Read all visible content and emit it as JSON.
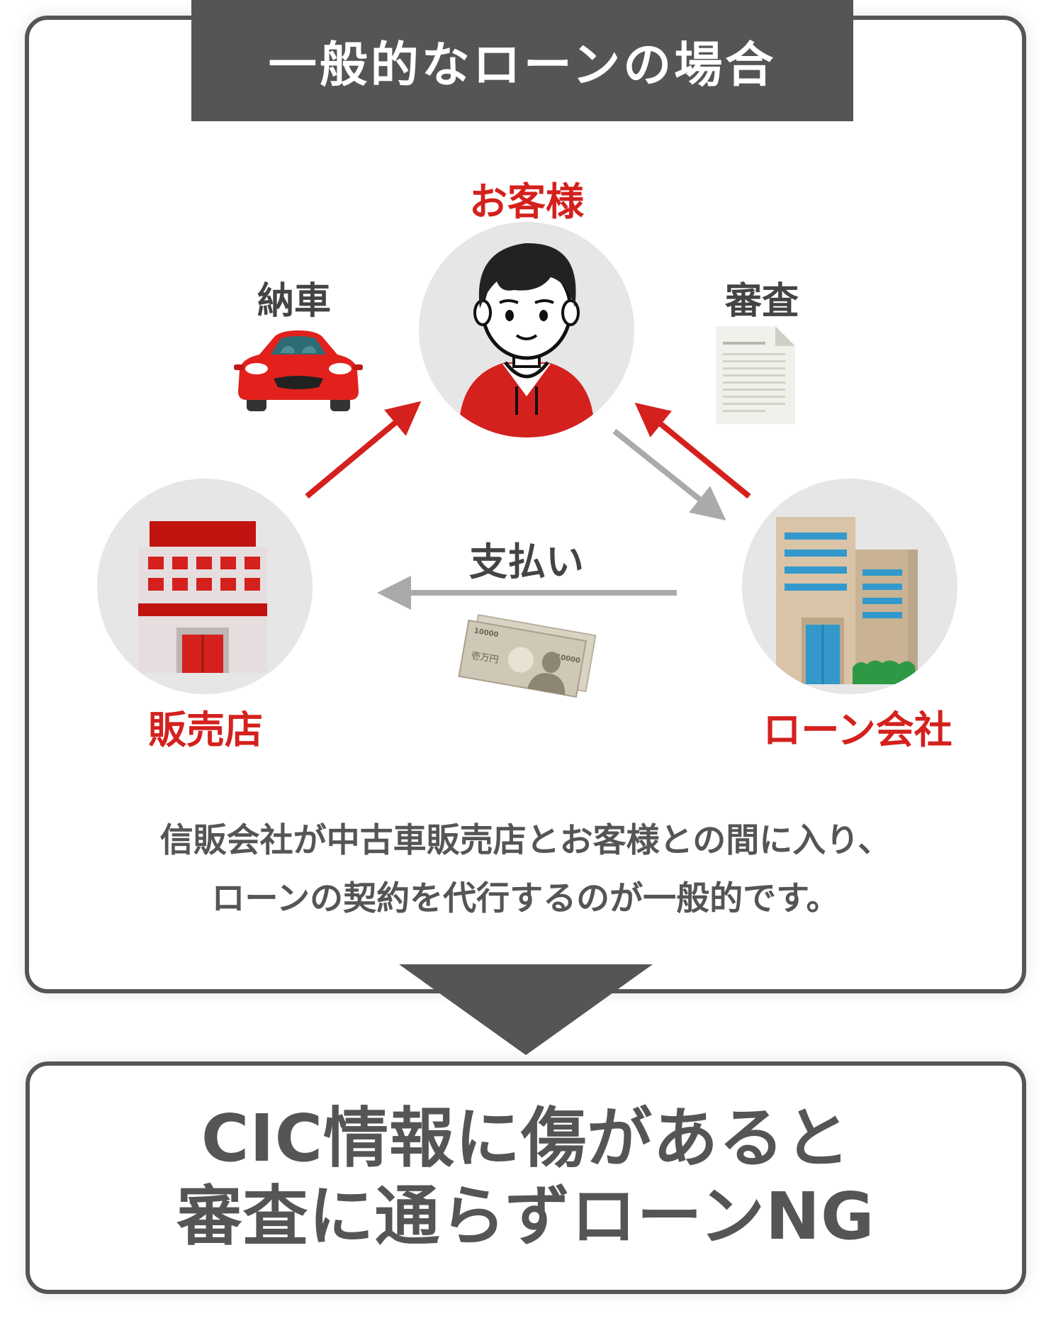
{
  "header": {
    "title": "一般的なローンの場合"
  },
  "nodes": {
    "customer": {
      "label": "お客様"
    },
    "dealer": {
      "label": "販売店"
    },
    "loan_company": {
      "label": "ローン会社"
    }
  },
  "flows": {
    "delivery": {
      "label": "納車"
    },
    "screening": {
      "label": "審査"
    },
    "payment": {
      "label": "支払い"
    }
  },
  "banknote": {
    "denomination": "10000",
    "text": "壱万円"
  },
  "description": {
    "line1": "信販会社が中古車販売店とお客様との間に入り、",
    "line2": "ローンの契約を代行するのが一般的です。"
  },
  "conclusion": {
    "line1": "CIC情報に傷があると",
    "line2": "審査に通らずローンNG"
  },
  "colors": {
    "accent_red": "#d4211e",
    "dark_gray": "#555555",
    "arrow_gray": "#aaaaaa",
    "circle_bg": "#e6e6e6"
  }
}
